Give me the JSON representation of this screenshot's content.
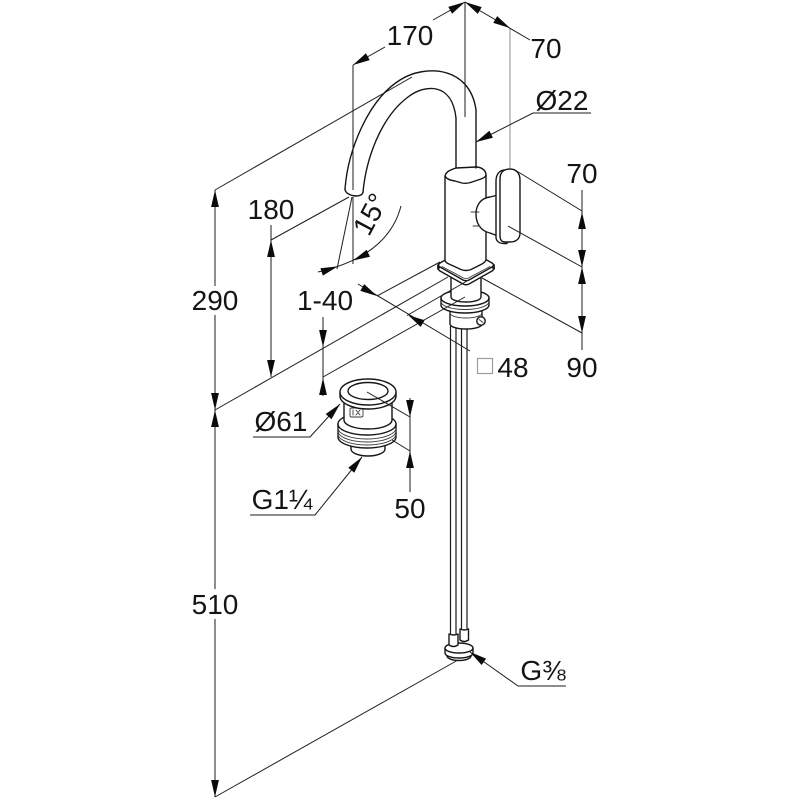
{
  "faucet": {
    "spout": {
      "projection": "170",
      "tube_diameter": "Ø22",
      "outlet_height": "180",
      "tilt_angle": "15°"
    },
    "lever": {
      "offset_from_axis": "70",
      "height": "70"
    },
    "body": {
      "base_height": "90",
      "base_square": {
        "symbol_icon": "square-outline",
        "value": "48"
      }
    },
    "overall_height": "290",
    "deck_thickness": "1-40",
    "supply_hoses": {
      "length": "510",
      "connection_thread": "G⅜"
    }
  },
  "waste_valve": {
    "flange_diameter": "Ø61",
    "thread": "G1¼",
    "height": "50"
  }
}
